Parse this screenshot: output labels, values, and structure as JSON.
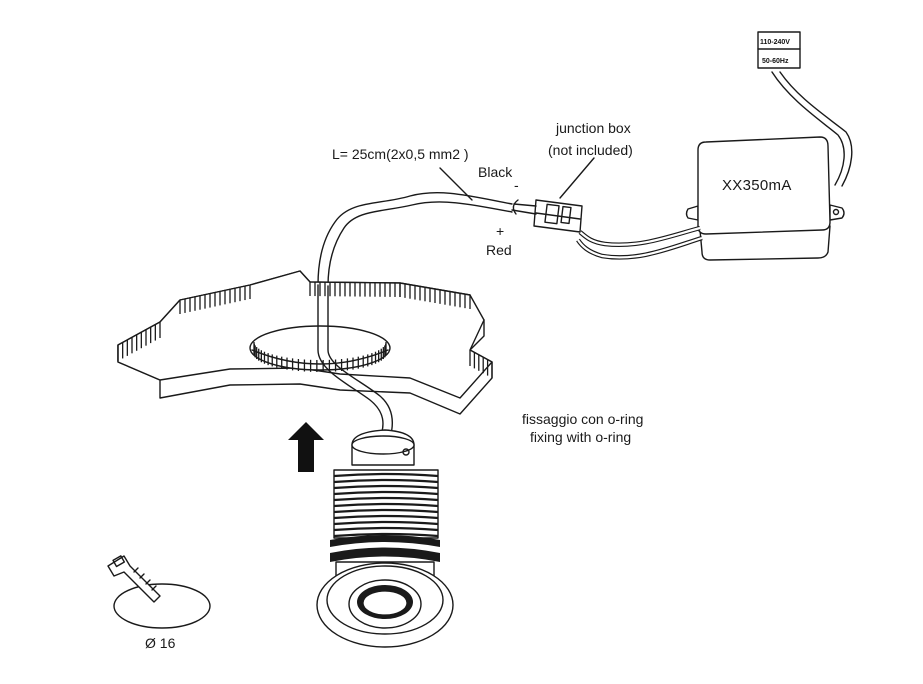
{
  "labels": {
    "power_voltage": "110-240V",
    "power_frequency": "50-60Hz",
    "driver": "XX350mA",
    "junction_line1": "junction box",
    "junction_line2": "(not included)",
    "cable_length": "L= 25cm(2x0,5 mm2 )",
    "black": "Black",
    "minus": "-",
    "plus": "+",
    "red": "Red",
    "fixing_it": "fissaggio con o-ring",
    "fixing_en": "fixing with o-ring",
    "diameter": "Ø 16"
  },
  "colors": {
    "line": "#1a1a1a",
    "red_wire": "#c0392b",
    "green_wire": "#2e7d32",
    "arrow": "#111111"
  }
}
